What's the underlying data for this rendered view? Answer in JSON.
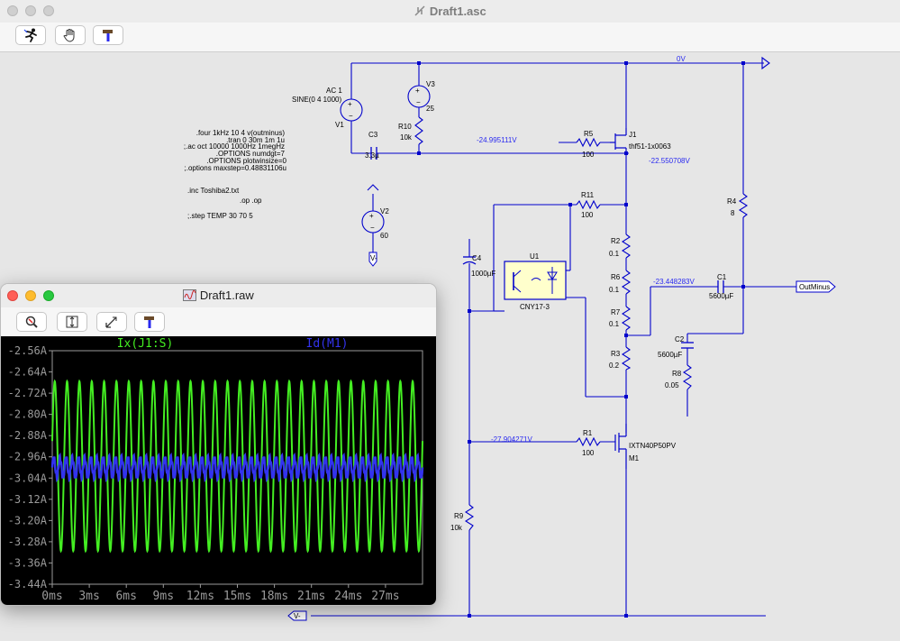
{
  "main_window": {
    "title": "Draft1.asc",
    "toolbar": [
      {
        "name": "run-icon"
      },
      {
        "name": "pan-hand-icon"
      },
      {
        "name": "hammer-icon"
      }
    ]
  },
  "schematic": {
    "directives": [
      ".four 1kHz 10 4  v(outminus)",
      ".tran 0 30m  1m 1u",
      ";.ac oct 10000 1000Hz 1megHz",
      ".OPTIONS numdgt=7",
      ".OPTIONS plotwinsize=0",
      ";.options maxstep=0.48831106u",
      ".inc Toshiba2.txt",
      ".op .op",
      ";.step TEMP 30 70 5"
    ],
    "components": {
      "v1": {
        "name": "V1",
        "value": "SINE(0 4 1000)",
        "ac": "AC 1"
      },
      "v2": {
        "name": "V2",
        "value": "60"
      },
      "v3": {
        "name": "V3",
        "value": "25"
      },
      "c1": {
        "name": "C1",
        "value": "5600µF"
      },
      "c2": {
        "name": "C2",
        "value": "5600µF"
      },
      "c3": {
        "name": "C3",
        "value": "3.3µ"
      },
      "c4": {
        "name": "C4",
        "value": "1000µF"
      },
      "r1": {
        "name": "R1",
        "value": "100"
      },
      "r2": {
        "name": "R2",
        "value": "0.1"
      },
      "r3": {
        "name": "R3",
        "value": "0.2"
      },
      "r4": {
        "name": "R4",
        "value": "8"
      },
      "r5": {
        "name": "R5",
        "value": "100"
      },
      "r6": {
        "name": "R6",
        "value": "0.1"
      },
      "r7": {
        "name": "R7",
        "value": "0.1"
      },
      "r8": {
        "name": "R8",
        "value": "0.05"
      },
      "r9": {
        "name": "R9",
        "value": "10k"
      },
      "r10": {
        "name": "R10",
        "value": "10k"
      },
      "r11": {
        "name": "R11",
        "value": "100"
      },
      "j1": {
        "name": "J1",
        "model": "thf51-1x0063"
      },
      "m1": {
        "name": "M1",
        "model": "IXTN40P50PV"
      },
      "u1": {
        "name": "U1",
        "model": "CNY17-3"
      }
    },
    "net_labels": {
      "top_rail": "0V",
      "bottom_rail": "V-",
      "v2_flag": "V-",
      "output": "OutMinus"
    },
    "node_voltages": {
      "j1_gate": "-24.995111V",
      "j1_source": "-22.550708V",
      "c1_node": "-23.448283V",
      "m1_gate": "-27.904271V"
    }
  },
  "waveform_window": {
    "title": "Draft1.raw",
    "toolbar": [
      {
        "name": "zoom-icon"
      },
      {
        "name": "autorange-icon"
      },
      {
        "name": "cursor-icon"
      },
      {
        "name": "hammer-icon"
      }
    ],
    "colors": {
      "series1": "#44ee22",
      "series2": "#3333ee",
      "axis": "#9a9a9a",
      "background": "#000000"
    }
  },
  "chart_data": {
    "type": "line",
    "series": [
      {
        "name": "Ix(J1:S)",
        "color": "#44ee22",
        "center": -2.995,
        "amplitude": 0.32,
        "freq_per_ms": 1.0
      },
      {
        "name": "Id(M1)",
        "color": "#3333ee",
        "center": -3.0,
        "amplitude": 0.035,
        "freq_per_ms": 2.0
      }
    ],
    "x_ticks": [
      "0ms",
      "3ms",
      "6ms",
      "9ms",
      "12ms",
      "15ms",
      "18ms",
      "21ms",
      "24ms",
      "27ms"
    ],
    "y_ticks": [
      "-2.56A",
      "-2.64A",
      "-2.72A",
      "-2.80A",
      "-2.88A",
      "-2.96A",
      "-3.04A",
      "-3.12A",
      "-3.20A",
      "-3.28A",
      "-3.36A",
      "-3.44A"
    ],
    "xlim": [
      0,
      30
    ],
    "ylim": [
      -3.44,
      -2.56
    ],
    "xunit": "ms",
    "yunit": "A"
  }
}
